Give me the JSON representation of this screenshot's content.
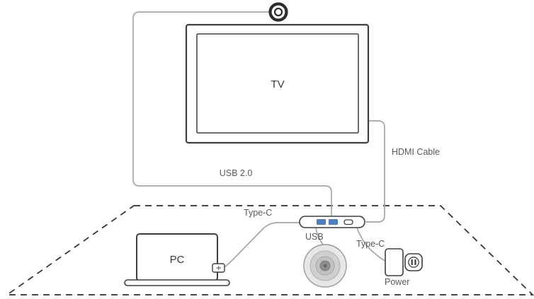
{
  "diagram": {
    "labels": {
      "tv": "TV",
      "pc": "PC",
      "usb_cable": "USB 2.0",
      "hdmi_cable": "HDMI Cable",
      "typec_pc": "Type-C",
      "typec_power": "Type-C",
      "usb_speakerphone": "USB",
      "power": "Power"
    },
    "colors": {
      "line": "#3f3f3f",
      "cable": "#a6a6a6",
      "usb_port": "#4f7dbe",
      "label": "#595959",
      "dash": "#2f2f2f"
    }
  }
}
